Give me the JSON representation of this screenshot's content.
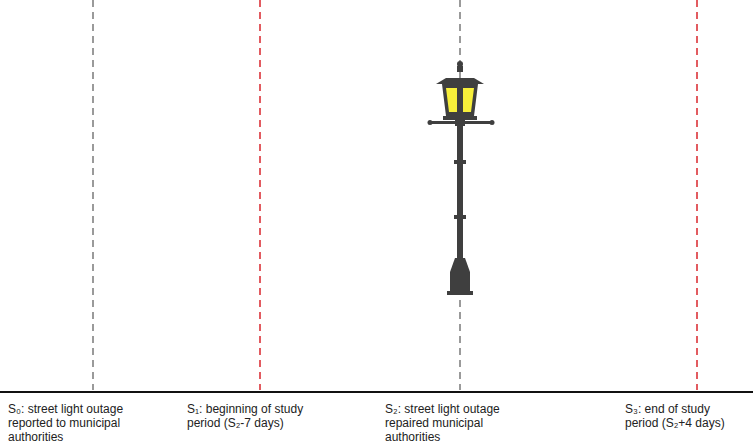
{
  "diagram": {
    "labels": [
      "S₀: street light outage reported to municipal authorities",
      "S₁: beginning of study period (S₂-7 days)",
      "S₂: street light outage repaired municipal authorities",
      "S₃: end of study period (S₂+4 days)"
    ]
  }
}
